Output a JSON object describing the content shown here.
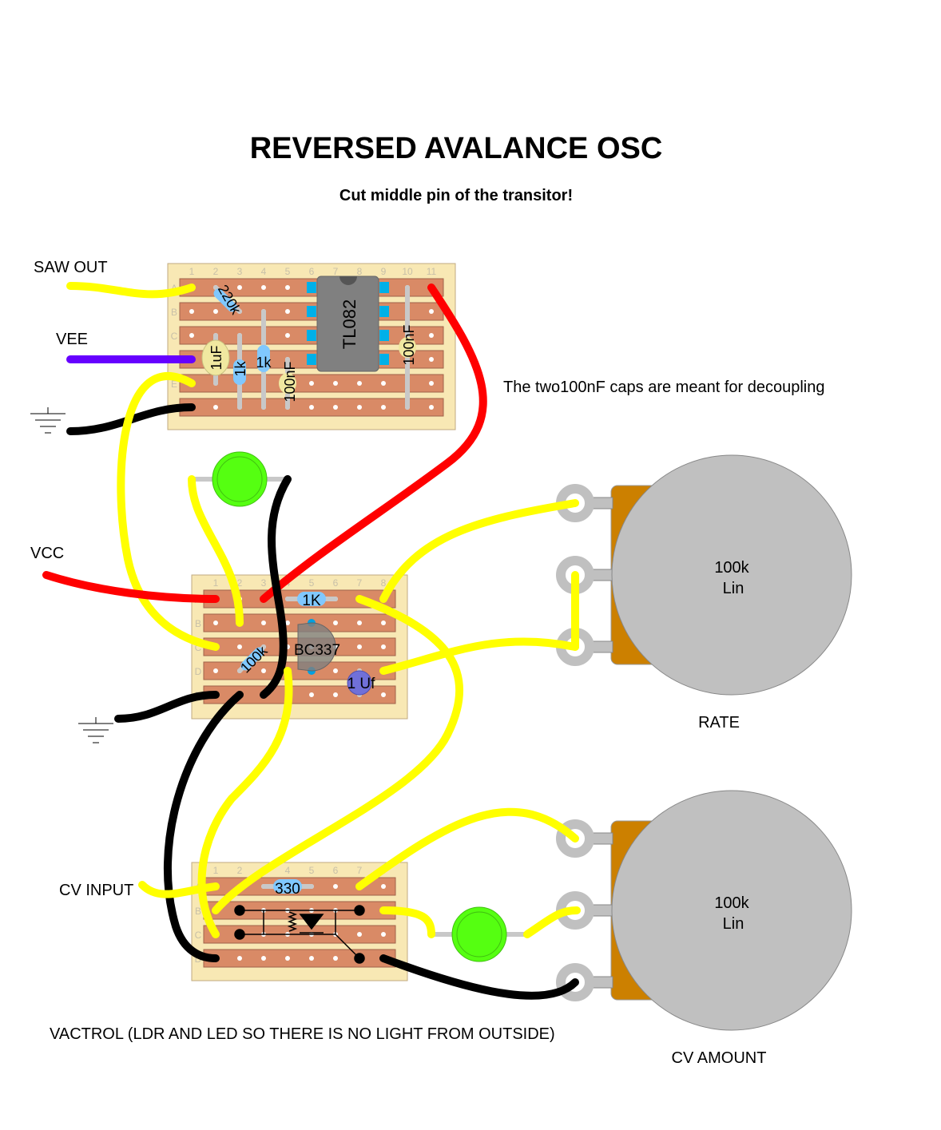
{
  "title": "REVERSED AVALANCE OSC",
  "subtitle": "Cut middle pin of the transitor!",
  "labels": {
    "saw_out": "SAW OUT",
    "vee": "VEE",
    "vcc": "VCC",
    "cv_input": "CV INPUT",
    "decoupling_note": "The two100nF caps are meant for decoupling",
    "vactrol_note": "VACTROL (LDR AND LED SO THERE IS NO LIGHT FROM OUTSIDE)",
    "rate": "RATE",
    "cv_amount": "CV AMOUNT"
  },
  "boards": [
    {
      "columns": [
        "1",
        "2",
        "3",
        "4",
        "5",
        "6",
        "7",
        "8",
        "9",
        "10",
        "11"
      ],
      "rows": [
        "A",
        "B",
        "C",
        "D",
        "E",
        "F"
      ]
    },
    {
      "columns": [
        "1",
        "2",
        "3",
        "4",
        "5",
        "6",
        "7",
        "8"
      ],
      "rows": [
        "A",
        "B",
        "C",
        "D",
        "E"
      ]
    },
    {
      "columns": [
        "1",
        "2",
        "3",
        "4",
        "5",
        "6",
        "7",
        "8"
      ],
      "rows": [
        "A",
        "B",
        "C",
        "D"
      ]
    }
  ],
  "components": {
    "ic": "TL082",
    "r_220k": "220k",
    "c_1uf": "1uF",
    "r_1k_a": "1k",
    "r_1k_b": "1k",
    "c_100nf_a": "100nF",
    "c_100nf_b": "100nF",
    "r_1k_osc": "1K",
    "transistor": "BC337",
    "r_100k": "100k",
    "c_1uf_osc": "1 Uf",
    "r_330": "330"
  },
  "pots": [
    {
      "value": "100k",
      "taper": "Lin"
    },
    {
      "value": "100k",
      "taper": "Lin"
    }
  ],
  "colors": {
    "led": "#55ff11",
    "strip": "#d98a66",
    "board": "#f8e8b4",
    "pot_body": "#c0c0c0",
    "pot_base": "#cc8000"
  }
}
